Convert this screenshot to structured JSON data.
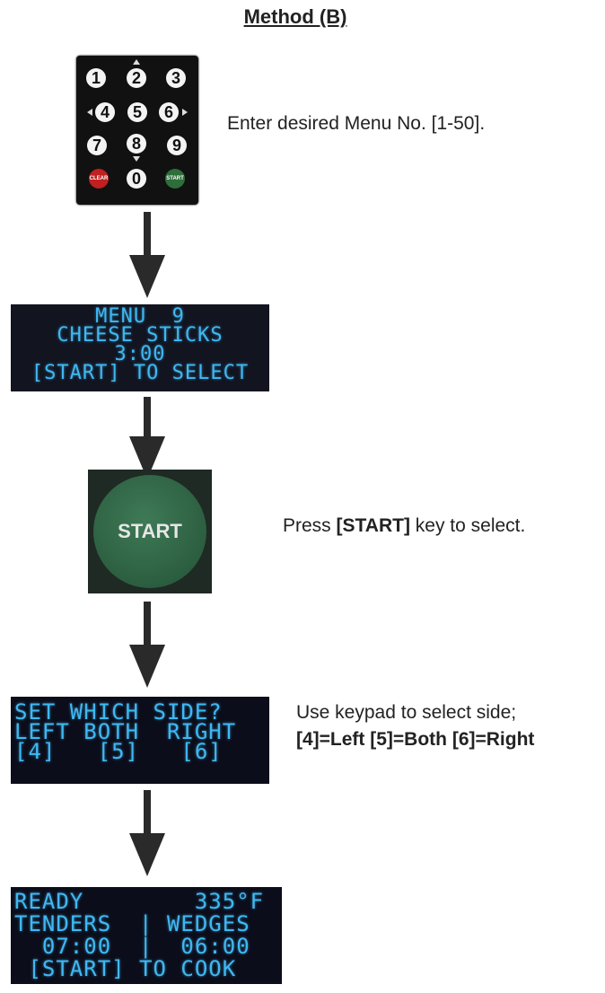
{
  "title": "Method (B)",
  "keypad": {
    "keys": [
      "1",
      "2",
      "3",
      "4",
      "5",
      "6",
      "7",
      "8",
      "9",
      "0"
    ],
    "clear_label": "CLEAR",
    "start_label": "START"
  },
  "step1_caption": "Enter desired Menu No. [1-50].",
  "display1": {
    "lines": [
      "MENU  9",
      "CHEESE STICKS",
      "3:00",
      "[START] TO SELECT"
    ]
  },
  "start_button": {
    "label": "START"
  },
  "step2_caption": {
    "prefix": "Press ",
    "key": "[START]",
    "suffix": " key to select."
  },
  "display2": {
    "lines": [
      "SET WHICH SIDE?",
      "LEFT BOTH  RIGHT",
      "[4]   [5]   [6]"
    ]
  },
  "step3_caption": {
    "line1": "Use keypad to select side;",
    "line2": "[4]=Left [5]=Both [6]=Right"
  },
  "display3": {
    "lines": [
      "READY        335°F",
      "TENDERS  | WEDGES",
      "  07:00  |  06:00",
      " [START] TO COOK"
    ]
  },
  "colors": {
    "lcd_text": "#3fb8f2",
    "arrow": "#2a2a2a",
    "start_green": "#2c5e40",
    "clear_red": "#c02020"
  }
}
